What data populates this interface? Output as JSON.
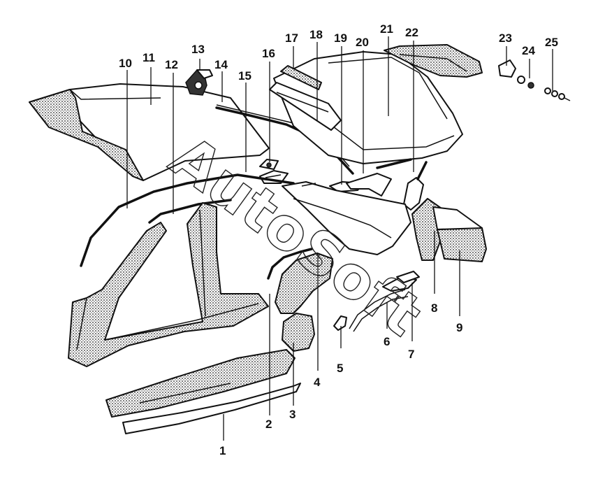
{
  "watermark": {
    "text": "AutoSoft"
  },
  "callouts": [
    {
      "num": "1"
    },
    {
      "num": "2"
    },
    {
      "num": "3"
    },
    {
      "num": "4"
    },
    {
      "num": "5"
    },
    {
      "num": "6"
    },
    {
      "num": "7"
    },
    {
      "num": "8"
    },
    {
      "num": "9"
    },
    {
      "num": "10"
    },
    {
      "num": "11"
    },
    {
      "num": "12"
    },
    {
      "num": "13"
    },
    {
      "num": "14"
    },
    {
      "num": "15"
    },
    {
      "num": "16"
    },
    {
      "num": "17"
    },
    {
      "num": "18"
    },
    {
      "num": "19"
    },
    {
      "num": "20"
    },
    {
      "num": "21"
    },
    {
      "num": "22"
    },
    {
      "num": "23"
    },
    {
      "num": "24"
    },
    {
      "num": "25"
    }
  ]
}
